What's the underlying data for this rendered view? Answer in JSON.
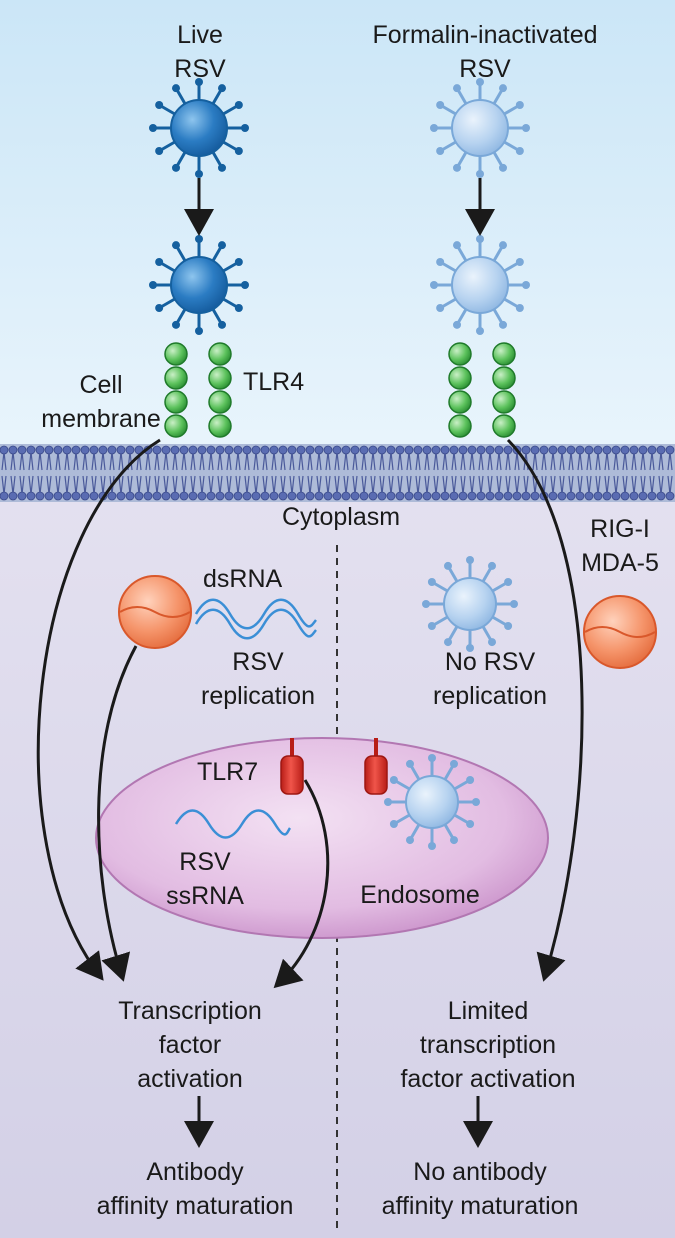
{
  "colors": {
    "live_virus": "#1e6fb5",
    "inactivated_virus": "#a9c8ea",
    "tlr4": "#3fae49",
    "receptor_rigi_mda5": "#f08a5a",
    "tlr7": "#d9322a",
    "endosome": "#d7a7d7",
    "extracellular": "#dbeefa",
    "cytoplasm": "#d9d6ea"
  },
  "labels": {
    "live_rsv": [
      "Live",
      "RSV"
    ],
    "formalin_rsv": [
      "Formalin-inactivated",
      "RSV"
    ],
    "cell_membrane": [
      "Cell",
      "membrane"
    ],
    "tlr4": "TLR4",
    "cytoplasm": "Cytoplasm",
    "dsrna": "dsRNA",
    "rig_mda": [
      "RIG-I",
      "MDA-5"
    ],
    "rsv_replication": [
      "RSV",
      "replication"
    ],
    "no_rsv_replication": [
      "No RSV",
      "replication"
    ],
    "tlr7": "TLR7",
    "rsv_ssrna": [
      "RSV",
      "ssRNA"
    ],
    "endosome": "Endosome",
    "tf_activation": [
      "Transcription",
      "factor",
      "activation"
    ],
    "limited_tf_activation": [
      "Limited",
      "transcription",
      "factor activation"
    ],
    "antibody_maturation": [
      "Antibody",
      "affinity maturation"
    ],
    "no_antibody_maturation": [
      "No antibody",
      "affinity maturation"
    ]
  }
}
